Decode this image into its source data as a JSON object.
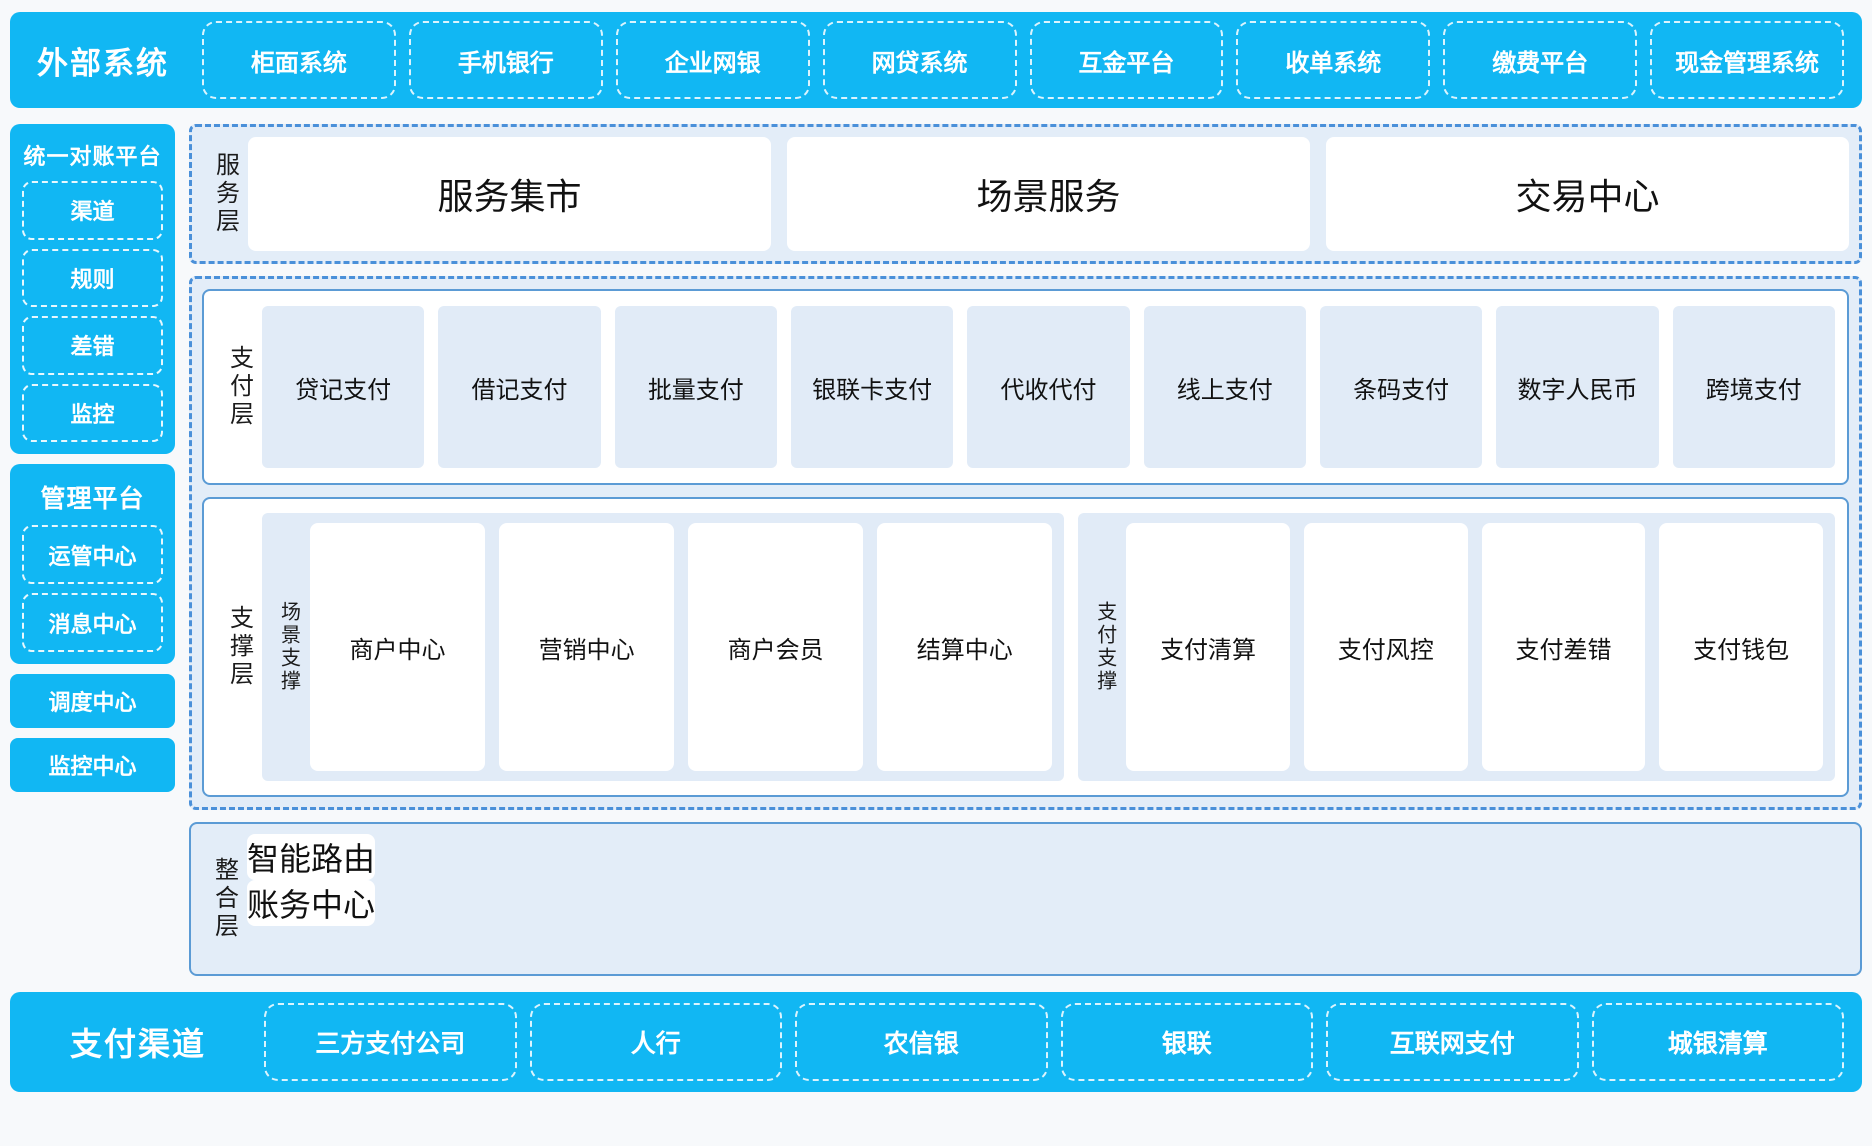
{
  "colors": {
    "brand_blue": "#11B7F3",
    "panel_blue": "#e3edf8",
    "tile_blue": "#e1ebf7",
    "border_blue": "#5b9bd5",
    "dashed_blue": "#4a90d9"
  },
  "external_systems": {
    "title": "外部系统",
    "items": [
      "柜面系统",
      "手机银行",
      "企业网银",
      "网贷系统",
      "互金平台",
      "收单系统",
      "缴费平台",
      "现金管理系统"
    ]
  },
  "left_column": {
    "reconciliation_platform": {
      "title": "统一对账平台",
      "items": [
        "渠道",
        "规则",
        "差错",
        "监控"
      ]
    },
    "management_platform": {
      "title": "管理平台",
      "items": [
        "运管中心",
        "消息中心"
      ]
    },
    "standalone_buttons": [
      "调度中心",
      "监控中心"
    ]
  },
  "service_layer": {
    "label": "服务层",
    "cards": [
      "服务集市",
      "场景服务",
      "交易中心"
    ]
  },
  "payment_layer": {
    "label": "支付层",
    "tiles": [
      "贷记支付",
      "借记支付",
      "批量支付",
      "银联卡支付",
      "代收代付",
      "线上支付",
      "条码支付",
      "数字人民币",
      "跨境支付"
    ]
  },
  "support_layer": {
    "label": "支撑层",
    "groups": [
      {
        "label": "场景支撑",
        "cards": [
          "商户中心",
          "营销中心",
          "商户会员",
          "结算中心"
        ]
      },
      {
        "label": "支付支撑",
        "cards": [
          "支付清算",
          "支付风控",
          "支付差错",
          "支付钱包"
        ]
      }
    ]
  },
  "integration_layer": {
    "label": "整合层",
    "cards": [
      "智能路由",
      "账务中心"
    ]
  },
  "payment_channels": {
    "title": "支付渠道",
    "items": [
      "三方支付公司",
      "人行",
      "农信银",
      "银联",
      "互联网支付",
      "城银清算"
    ]
  }
}
